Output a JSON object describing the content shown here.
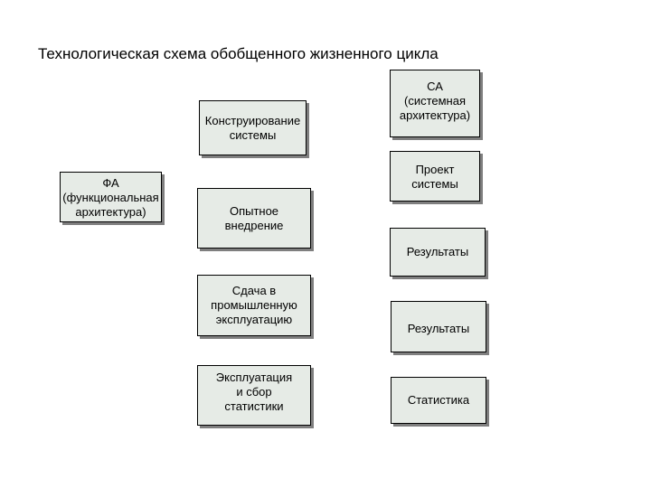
{
  "title": "Технологическая схема обобщенного жизненного цикла",
  "boxes": {
    "konstruirovanie": "Конструирование\nсистемы",
    "sa": "СА\n(системная\nархитектура)",
    "fa": "ФА\n(функциональная\nархитектура)",
    "proekt": "Проект\nсистемы",
    "opytnoe": "Опытное\nвнедрение",
    "rezultaty_1": "Результаты",
    "sdacha": "Сдача в\nпромышленную\nэксплуатацию",
    "rezultaty_2": "Результаты",
    "ekspluataciya": "Эксплуатация\nи сбор\nстатистики",
    "statistika": "Статистика"
  },
  "colors": {
    "box_fill": "#e6ebe6",
    "box_border": "#000000",
    "box_shadow": "#7f7f7f",
    "background": "#ffffff"
  }
}
